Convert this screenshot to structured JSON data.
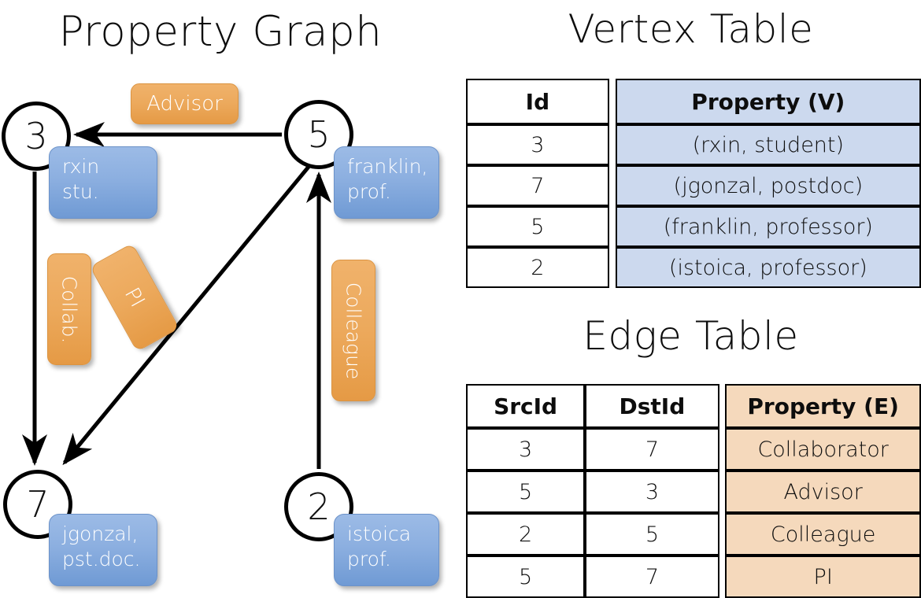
{
  "graph": {
    "title": "Property Graph",
    "vertices": [
      {
        "id": "3",
        "chip": "rxin\nstu."
      },
      {
        "id": "5",
        "chip": "franklin,\nprof."
      },
      {
        "id": "7",
        "chip": "jgonzal,\npst.doc."
      },
      {
        "id": "2",
        "chip": "istoica\nprof."
      }
    ],
    "edge_labels": [
      {
        "name": "advisor",
        "text": "Advisor"
      },
      {
        "name": "collab",
        "text": "Collab."
      },
      {
        "name": "pi",
        "text": "PI"
      },
      {
        "name": "colleague",
        "text": "Colleague"
      }
    ],
    "colors": {
      "vertex_chip_fill": "#8cafe0",
      "edge_chip_fill": "#eca95c",
      "stroke": "#000000"
    }
  },
  "vertex_table": {
    "title": "Vertex Table",
    "headers": [
      "Id",
      "Property (V)"
    ],
    "rows": [
      [
        "3",
        "(rxin, student)"
      ],
      [
        "7",
        "(jgonzal, postdoc)"
      ],
      [
        "5",
        "(franklin, professor)"
      ],
      [
        "2",
        "(istoica, professor)"
      ]
    ],
    "accent": "#ccd9ee"
  },
  "edge_table": {
    "title": "Edge Table",
    "headers": [
      "SrcId",
      "DstId",
      "Property (E)"
    ],
    "rows": [
      [
        "3",
        "7",
        "Collaborator"
      ],
      [
        "5",
        "3",
        "Advisor"
      ],
      [
        "2",
        "5",
        "Colleague"
      ],
      [
        "5",
        "7",
        "PI"
      ]
    ],
    "accent": "#f5d9bc"
  }
}
